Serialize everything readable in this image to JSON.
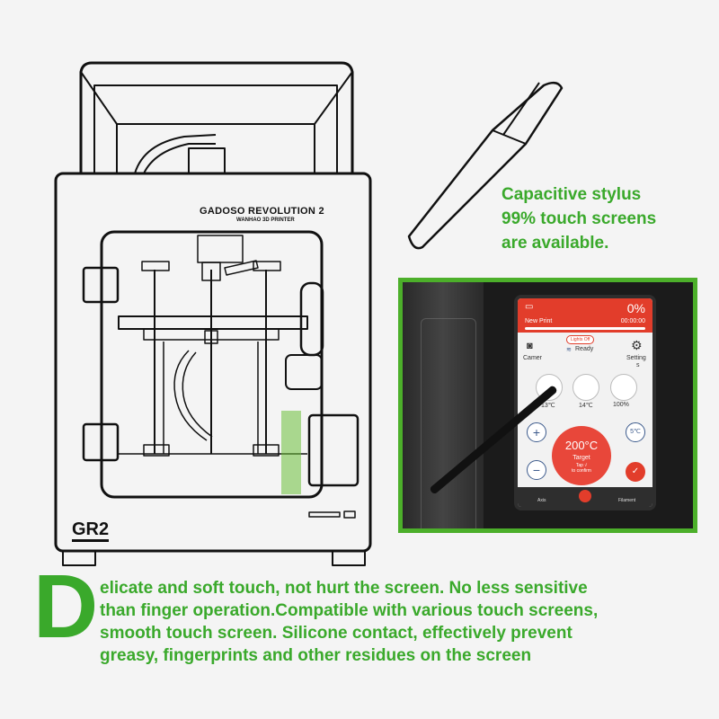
{
  "printer": {
    "brand": "GADOSO REVOLUTION 2",
    "subbrand": "WANHAO 3D PRINTER",
    "model_mark": "GR2"
  },
  "stylus_caption": {
    "line1": "Capacitive stylus",
    "line2": "99% touch screens",
    "line3": "are available."
  },
  "screen": {
    "percent": "0%",
    "job_name": "New Print",
    "timer": "00:00:00",
    "mode_tag": "Lights Off",
    "camera_label": "Camer",
    "status_label": "Ready",
    "setting_label_1": "Setting",
    "setting_label_2": "s",
    "nozzle_temp": "13℃",
    "bed_temp": "14℃",
    "fan_percent": "100%",
    "target_temp": "200°C",
    "target_label": "Target",
    "tap_line1": "Tap √",
    "tap_line2": "to confirm",
    "step_label": "5℃",
    "plus": "+",
    "minus": "−",
    "nav_axis": "Axis",
    "nav_filament": "Filament"
  },
  "description": {
    "drop_cap": "D",
    "line1": "elicate and soft touch, not hurt the screen. No less sensitive",
    "line2": "than finger operation.Compatible with various touch screens,",
    "line3": "smooth touch screen. Silicone contact, effectively prevent",
    "line4": "greasy, fingerprints and other residues on the screen"
  },
  "colors": {
    "accent_green": "#3aa92b",
    "screen_red": "#e23d2b",
    "line_black": "#111111"
  }
}
